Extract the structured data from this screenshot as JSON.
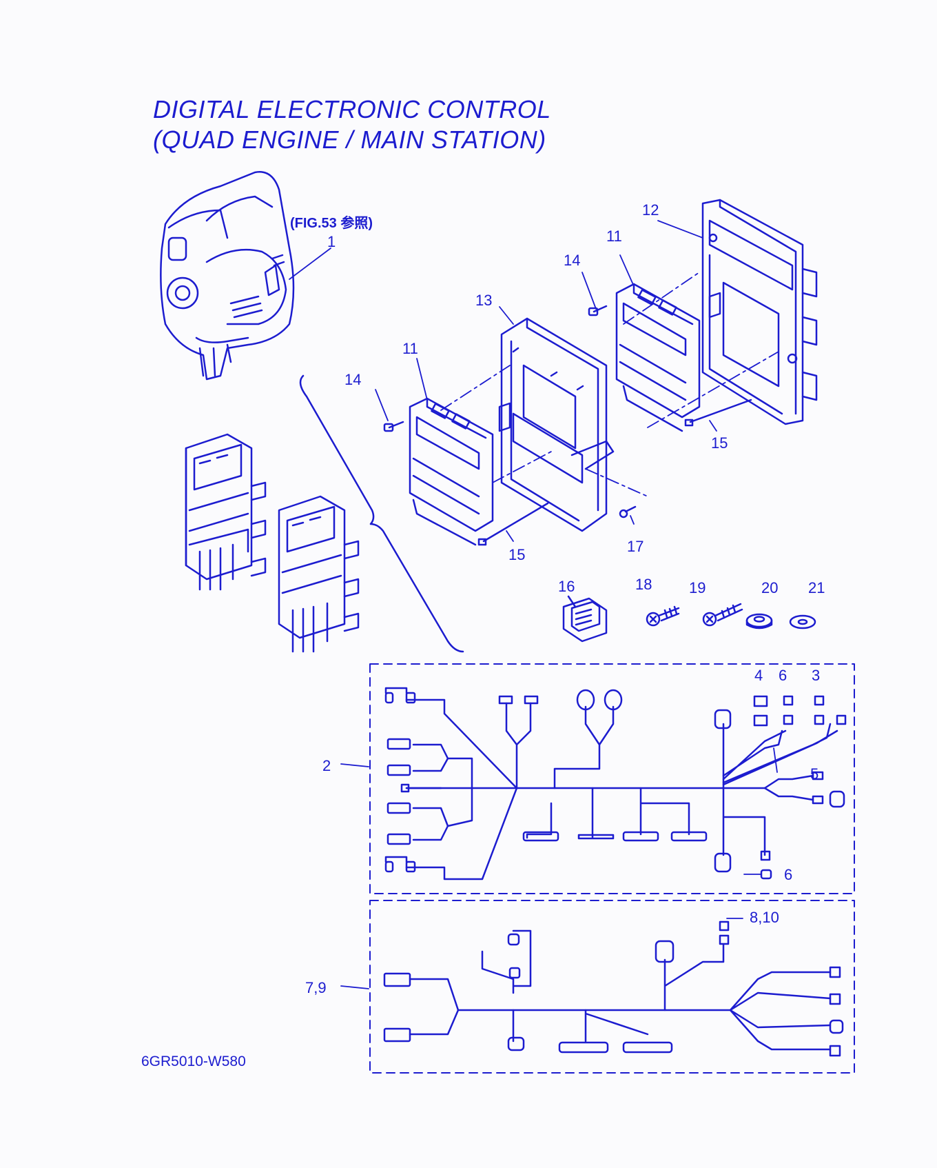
{
  "title": {
    "line1": "DIGITAL ELECTRONIC CONTROL",
    "line2": "(QUAD ENGINE / MAIN STATION)"
  },
  "figure_ref": "(FIG.53 参照)",
  "diagram_code": "6GR5010-W580",
  "colors": {
    "ink": "#1c1ccf",
    "background": "#fbfbfd"
  },
  "callouts": {
    "c1": "1",
    "c2": "2",
    "c3": "3",
    "c4": "4",
    "c5": "5",
    "c6a": "6",
    "c6b": "6",
    "c7_9": "7,9",
    "c8_10": "8,10",
    "c11a": "11",
    "c11b": "11",
    "c12": "12",
    "c13": "13",
    "c14a": "14",
    "c14b": "14",
    "c15a": "15",
    "c15b": "15",
    "c16": "16",
    "c17": "17",
    "c18": "18",
    "c19": "19",
    "c20": "20",
    "c21": "21"
  }
}
